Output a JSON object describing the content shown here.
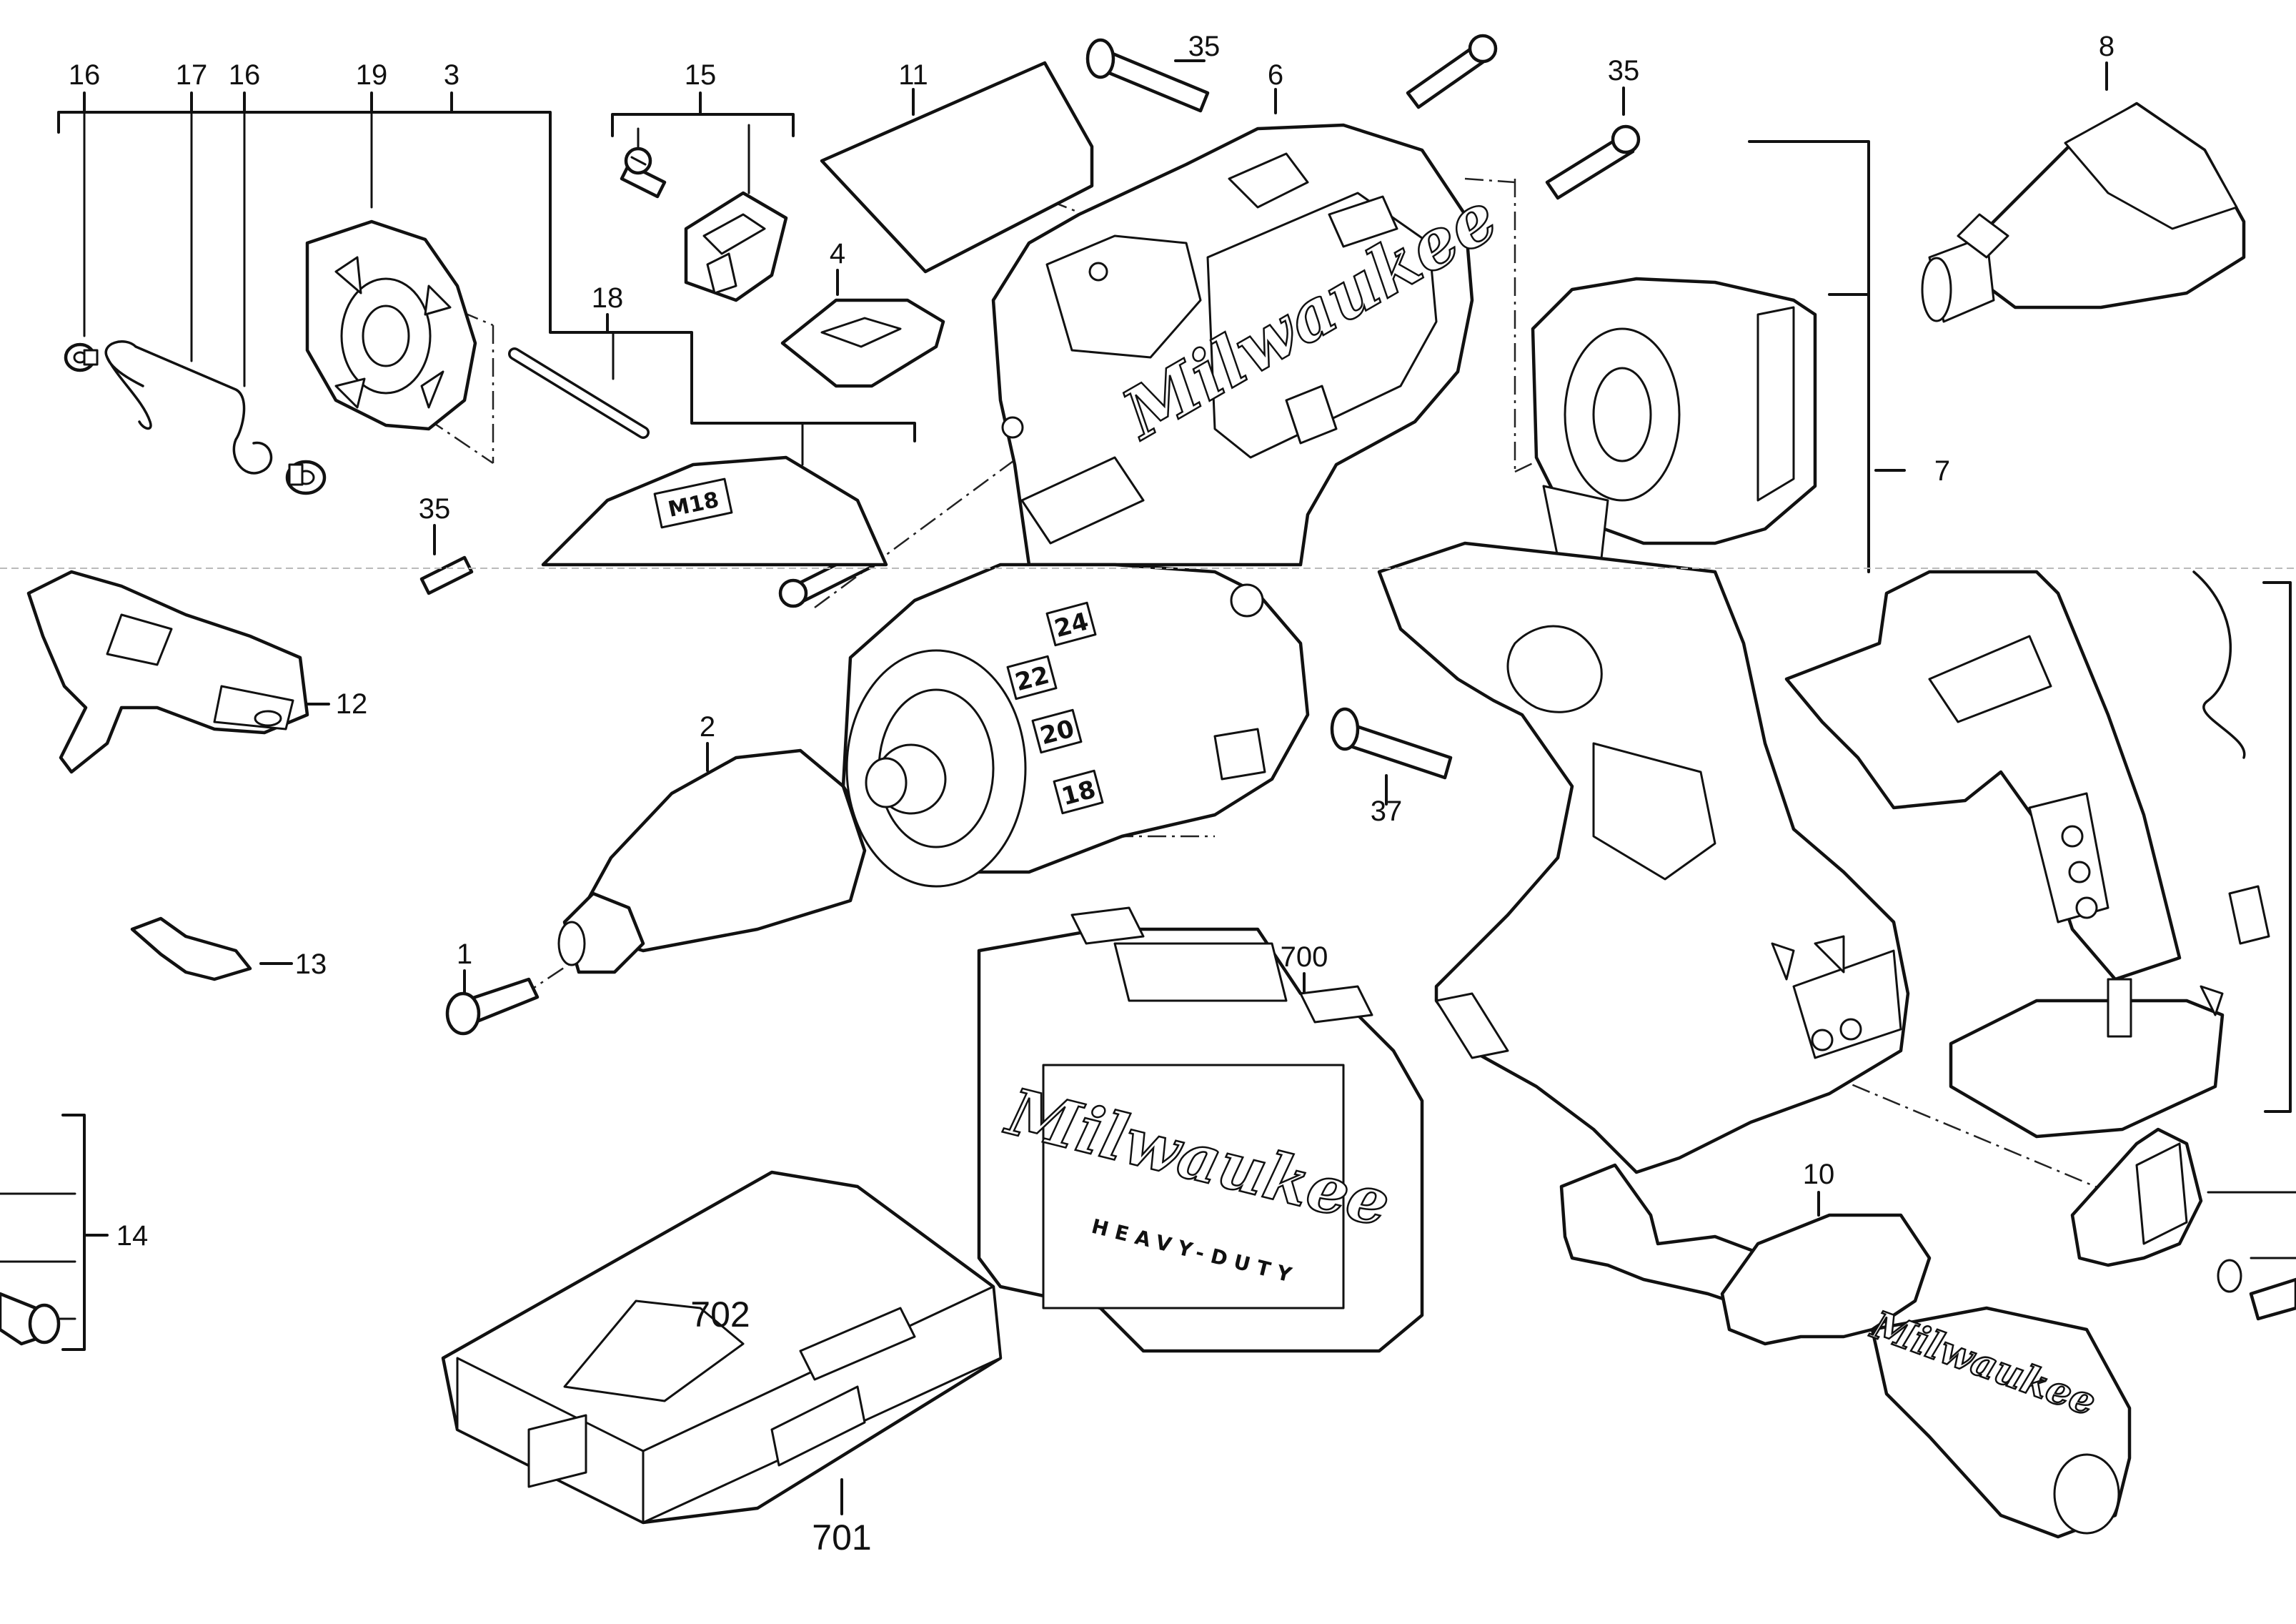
{
  "callouts": {
    "c16a": "16",
    "c17": "17",
    "c16b": "16",
    "c19": "19",
    "c3": "3",
    "c15": "15",
    "c11": "11",
    "c35a": "35",
    "c6": "6",
    "c35b": "35",
    "c8": "8",
    "c18": "18",
    "c4": "4",
    "c7": "7",
    "c35c": "35",
    "c12": "12",
    "c2": "2",
    "c37": "37",
    "c13": "13",
    "c1": "1",
    "c700": "700",
    "c14": "14",
    "c10": "10",
    "c702": "702",
    "c701": "701"
  },
  "markings": {
    "brand_body": "Milwaukee",
    "brand_case": "Milwaukee",
    "case_tagline": "HEAVY-DUTY",
    "brand_handle": "Milwaukee",
    "clutch_24": "24",
    "clutch_22": "22",
    "clutch_20": "20",
    "clutch_18": "18",
    "gear_badge": "M18"
  }
}
